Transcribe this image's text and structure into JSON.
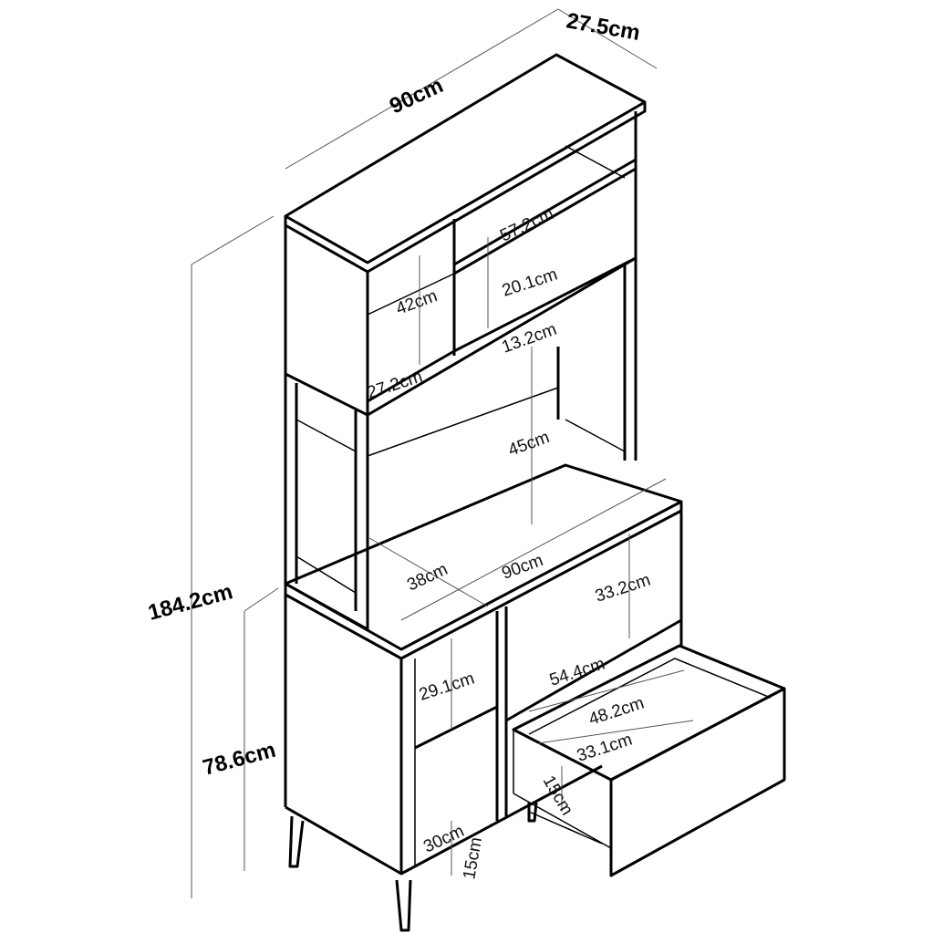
{
  "dimensions": {
    "depth_top": "27.5cm",
    "width_top": "90cm",
    "shelf_width_upper": "57.2cm",
    "shelf_height_upper": "20.1cm",
    "cabinet_height_upper": "42cm",
    "shelf_height_lower": "13.2cm",
    "cabinet_depth_upper": "27.2cm",
    "open_height_mid": "45cm",
    "total_height": "184.2cm",
    "counter_depth": "38cm",
    "counter_width": "90cm",
    "niche_height": "33.2cm",
    "niche_width": "54.4cm",
    "left_shelf_height": "29.1cm",
    "drawer_width": "48.2cm",
    "drawer_depth": "33.1cm",
    "base_height": "78.6cm",
    "drawer_height": "15cm",
    "left_shelf_depth": "30cm",
    "leg_height": "15cm"
  }
}
